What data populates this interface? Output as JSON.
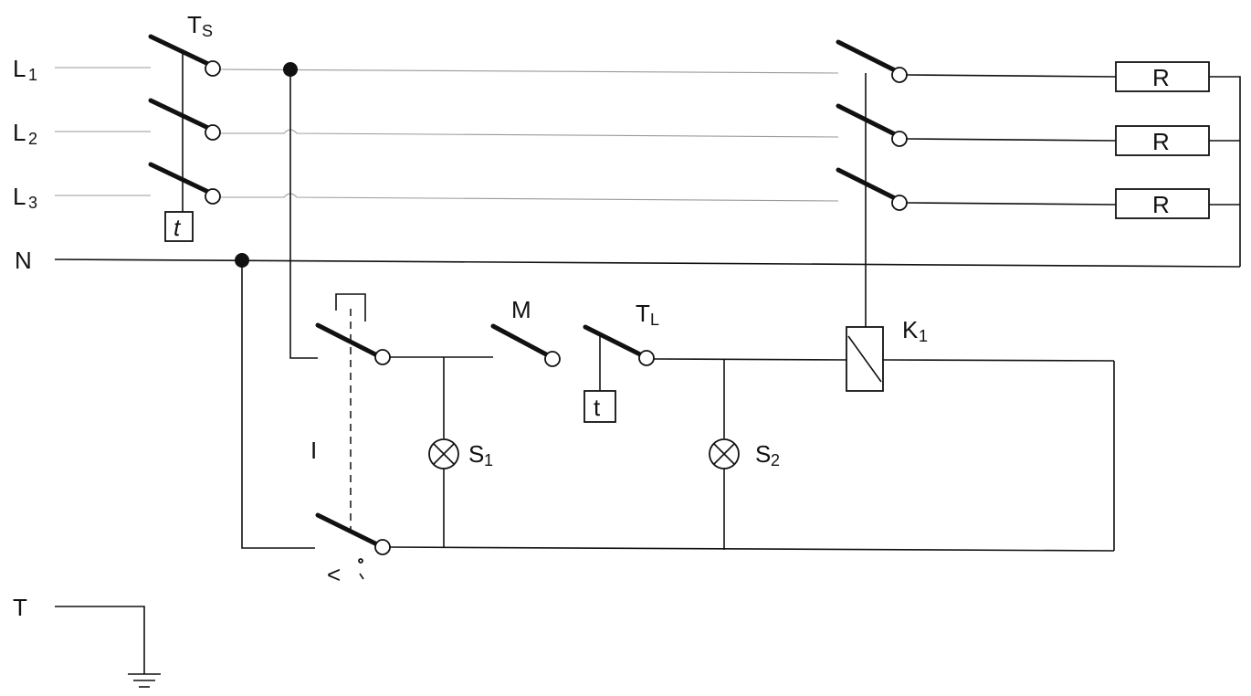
{
  "labels": {
    "l1": "L",
    "l1_sub": "1",
    "l2": "L",
    "l2_sub": "2",
    "l3": "L",
    "l3_sub": "3",
    "n": "N",
    "t_earth": "T",
    "ts": "T",
    "ts_sub": "S",
    "ts_timer": "t",
    "m": "M",
    "tl": "T",
    "tl_sub": "L",
    "tl_timer": "t",
    "i": "I",
    "s1": "S",
    "s1_sub": "1",
    "s2": "S",
    "s2_sub": "2",
    "k1": "K",
    "k1_sub": "1",
    "r1": "R",
    "r2": "R",
    "r3": "R",
    "v_mark": "<"
  }
}
